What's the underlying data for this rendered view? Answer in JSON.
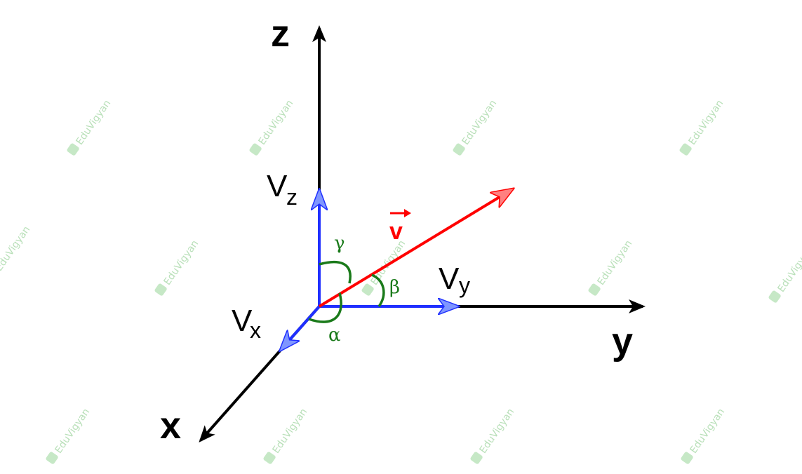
{
  "axes": {
    "z": "z",
    "y": "y",
    "x": "x"
  },
  "components": {
    "vz": {
      "main": "V",
      "sub": "z"
    },
    "vy": {
      "main": "V",
      "sub": "y"
    },
    "vx": {
      "main": "V",
      "sub": "x"
    }
  },
  "vector": {
    "label": "v"
  },
  "angles": {
    "gamma": "γ",
    "beta": "β",
    "alpha": "α"
  },
  "watermark": {
    "text": "EduVigyan"
  },
  "colors": {
    "axis": "#000000",
    "component": "#1f2fff",
    "vector": "#ff0000",
    "angle": "#1a7a1a",
    "watermark": "#b9e0b9"
  }
}
